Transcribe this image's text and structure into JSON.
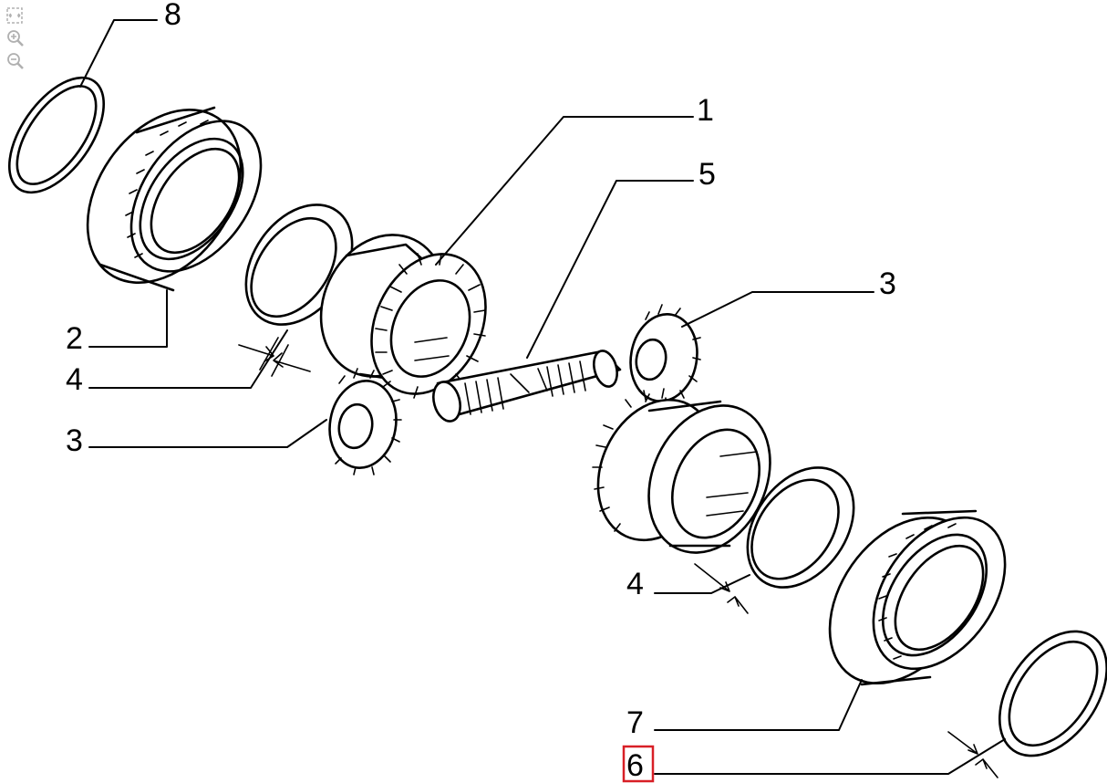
{
  "toolbar": {
    "items": [
      {
        "name": "fit-view-icon"
      },
      {
        "name": "zoom-in-icon"
      },
      {
        "name": "zoom-out-icon"
      }
    ]
  },
  "callouts": {
    "c8": "8",
    "c1": "1",
    "c5": "5",
    "c3_right": "3",
    "c2": "2",
    "c4_left": "4",
    "c3_left": "3",
    "c4_right": "4",
    "c7": "7",
    "c6": "6"
  },
  "highlighted_callout": "6",
  "colors": {
    "line": "#000000",
    "highlight": "#d81f26",
    "toolbar_icon": "#b0b0b0",
    "background": "#ffffff"
  }
}
